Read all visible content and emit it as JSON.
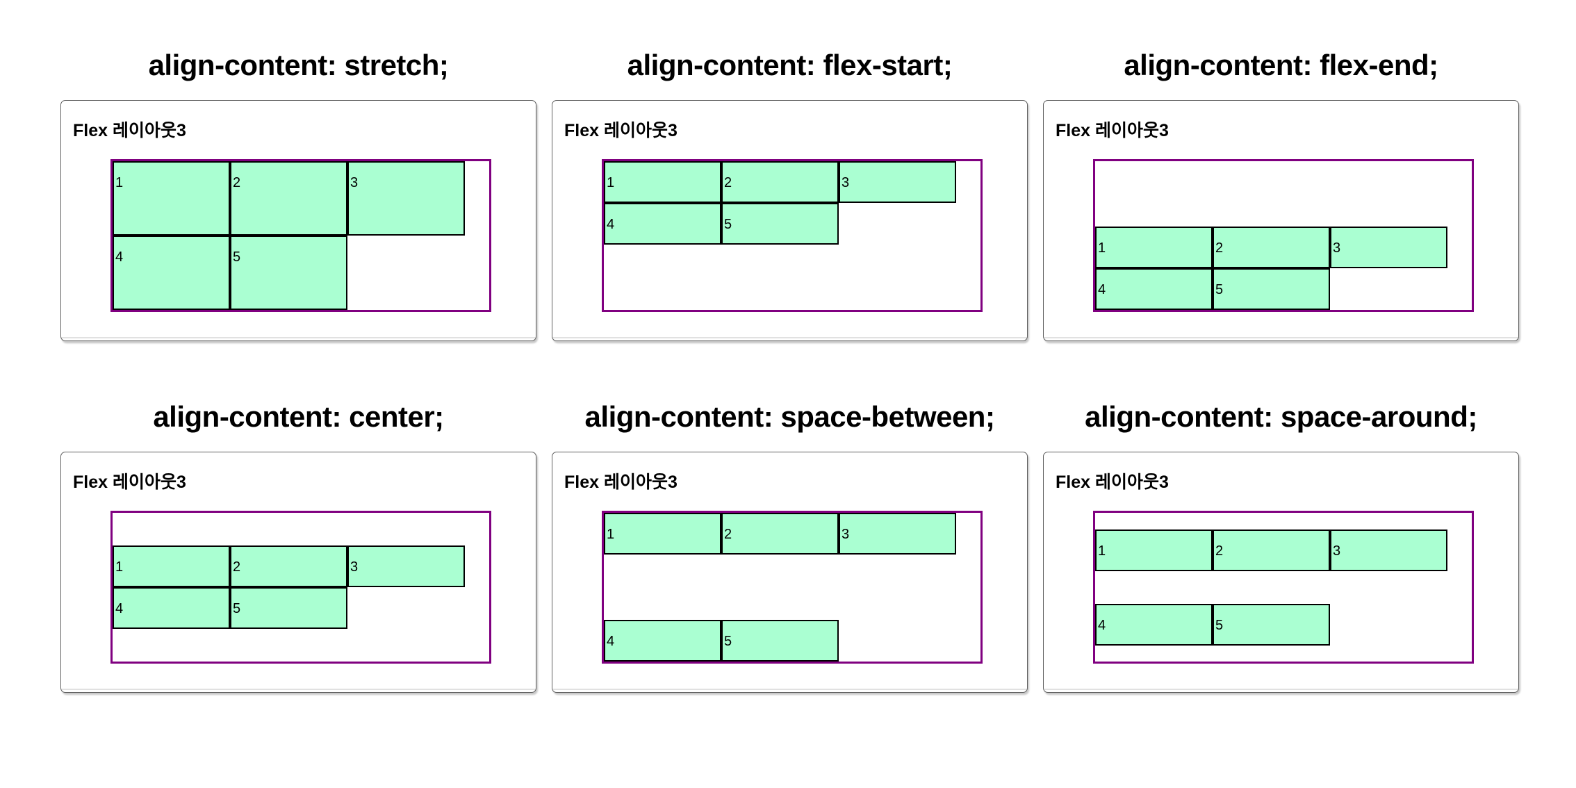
{
  "figure": {
    "description_heading": "Flex 레이아웃3",
    "item_labels": [
      "1",
      "2",
      "3",
      "4",
      "5"
    ]
  },
  "colors": {
    "title_color": "#000000",
    "container_border": "#800080",
    "item_border": "#000000",
    "item_fill": "#aaffd2"
  },
  "panels": [
    {
      "title": "align-content: stretch;",
      "align_content": "stretch",
      "heading": "Flex 레이아웃3",
      "items": [
        "1",
        "2",
        "3",
        "4",
        "5"
      ]
    },
    {
      "title": "align-content: flex-start;",
      "align_content": "flex-start",
      "heading": "Flex 레이아웃3",
      "items": [
        "1",
        "2",
        "3",
        "4",
        "5"
      ]
    },
    {
      "title": "align-content: flex-end;",
      "align_content": "flex-end",
      "heading": "Flex 레이아웃3",
      "items": [
        "1",
        "2",
        "3",
        "4",
        "5"
      ]
    },
    {
      "title": "align-content: center;",
      "align_content": "center",
      "heading": "Flex 레이아웃3",
      "items": [
        "1",
        "2",
        "3",
        "4",
        "5"
      ]
    },
    {
      "title": "align-content: space-between;",
      "align_content": "space-between",
      "heading": "Flex 레이아웃3",
      "items": [
        "1",
        "2",
        "3",
        "4",
        "5"
      ]
    },
    {
      "title": "align-content: space-around;",
      "align_content": "space-around",
      "heading": "Flex 레이아웃3",
      "items": [
        "1",
        "2",
        "3",
        "4",
        "5"
      ]
    }
  ],
  "layout_rows": [
    [
      0,
      1,
      2
    ],
    [
      3,
      4,
      5
    ]
  ]
}
